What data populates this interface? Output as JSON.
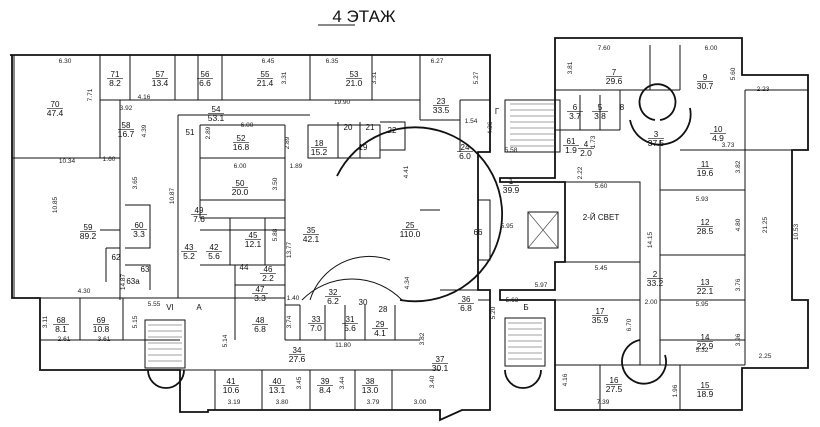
{
  "title": "4 ЭТАЖ",
  "second_light": "2-Й СВЕТ",
  "stair_labels": [
    "Г",
    "VI",
    "А",
    "Б"
  ],
  "rooms": [
    {
      "n": "1",
      "a": "39.9"
    },
    {
      "n": "2",
      "a": "33.2"
    },
    {
      "n": "3",
      "a": "37.5"
    },
    {
      "n": "4",
      "a": "2.0"
    },
    {
      "n": "5",
      "a": "3.8"
    },
    {
      "n": "6",
      "a": "3.7"
    },
    {
      "n": "7",
      "a": "29.6"
    },
    {
      "n": "8",
      "a": ""
    },
    {
      "n": "9",
      "a": "30.7"
    },
    {
      "n": "10",
      "a": "4.9"
    },
    {
      "n": "11",
      "a": "19.6"
    },
    {
      "n": "12",
      "a": "28.5"
    },
    {
      "n": "13",
      "a": "22.1"
    },
    {
      "n": "14",
      "a": "22.9"
    },
    {
      "n": "15",
      "a": "18.9"
    },
    {
      "n": "16",
      "a": "27.5"
    },
    {
      "n": "17",
      "a": "35.9"
    },
    {
      "n": "18",
      "a": "15.2"
    },
    {
      "n": "19",
      "a": ""
    },
    {
      "n": "20",
      "a": ""
    },
    {
      "n": "21",
      "a": ""
    },
    {
      "n": "22",
      "a": ""
    },
    {
      "n": "23",
      "a": "33.5"
    },
    {
      "n": "24",
      "a": "6.0"
    },
    {
      "n": "25",
      "a": "110.0"
    },
    {
      "n": "28",
      "a": ""
    },
    {
      "n": "29",
      "a": "4.1"
    },
    {
      "n": "30",
      "a": ""
    },
    {
      "n": "31",
      "a": "5.6"
    },
    {
      "n": "32",
      "a": "6.2"
    },
    {
      "n": "33",
      "a": "7.0"
    },
    {
      "n": "34",
      "a": "27.6"
    },
    {
      "n": "35",
      "a": "42.1"
    },
    {
      "n": "36",
      "a": "6.8"
    },
    {
      "n": "37",
      "a": "30.1"
    },
    {
      "n": "38",
      "a": "13.0"
    },
    {
      "n": "39",
      "a": "8.4"
    },
    {
      "n": "40",
      "a": "13.1"
    },
    {
      "n": "41",
      "a": "10.6"
    },
    {
      "n": "42",
      "a": "5.6"
    },
    {
      "n": "43",
      "a": "5.2"
    },
    {
      "n": "44",
      "a": ""
    },
    {
      "n": "45",
      "a": "12.1"
    },
    {
      "n": "46",
      "a": "2.2"
    },
    {
      "n": "47",
      "a": "3.3"
    },
    {
      "n": "48",
      "a": "6.8"
    },
    {
      "n": "49",
      "a": "7.6"
    },
    {
      "n": "50",
      "a": "20.0"
    },
    {
      "n": "51",
      "a": ""
    },
    {
      "n": "52",
      "a": "16.8"
    },
    {
      "n": "53",
      "a": "21.0"
    },
    {
      "n": "54",
      "a": "53.1"
    },
    {
      "n": "55",
      "a": "21.4"
    },
    {
      "n": "56",
      "a": "6.6"
    },
    {
      "n": "57",
      "a": "13.4"
    },
    {
      "n": "58",
      "a": "16.7"
    },
    {
      "n": "59",
      "a": "89.2"
    },
    {
      "n": "60",
      "a": "3.3"
    },
    {
      "n": "61",
      "a": "1.9"
    },
    {
      "n": "62",
      "a": ""
    },
    {
      "n": "63",
      "a": ""
    },
    {
      "n": "63а",
      "a": ""
    },
    {
      "n": "66",
      "a": ""
    },
    {
      "n": "68",
      "a": "8.1"
    },
    {
      "n": "69",
      "a": "10.8"
    },
    {
      "n": "70",
      "a": "47.4"
    },
    {
      "n": "71",
      "a": "8.2"
    }
  ],
  "dimensions": [
    "6.30",
    "7.71",
    "10.34",
    "10.85",
    "3.92",
    "4.16",
    "6.45",
    "3.31",
    "6.35",
    "3.31",
    "6.27",
    "5.27",
    "19.90",
    "4.39",
    "1.60",
    "3.65",
    "10.87",
    "14.87",
    "6.00",
    "2.89",
    "2.89",
    "6.00",
    "3.50",
    "1.89",
    "5.88",
    "13.77",
    "1.40",
    "3.74",
    "4.41",
    "4.34",
    "1.54",
    "4.36",
    "5.58",
    "5.95",
    "5.97",
    "5.63",
    "5.20",
    "3.82",
    "3.40",
    "3.00",
    "3.79",
    "3.44",
    "3.80",
    "3.45",
    "3.19",
    "11.80",
    "4.30",
    "3.11",
    "2.61",
    "3.61",
    "5.55",
    "5.15",
    "5.14",
    "7.60",
    "6.00",
    "3.81",
    "5.60",
    "2.23",
    "3.73",
    "3.82",
    "5.93",
    "4.80",
    "21.25",
    "10.53",
    "2.22",
    "5.60",
    "14.15",
    "5.45",
    "3.76",
    "6.70",
    "2.00",
    "5.95",
    "5.32",
    "3.96",
    "2.25",
    "4.16",
    "7.39",
    "1.96",
    "1.73"
  ]
}
